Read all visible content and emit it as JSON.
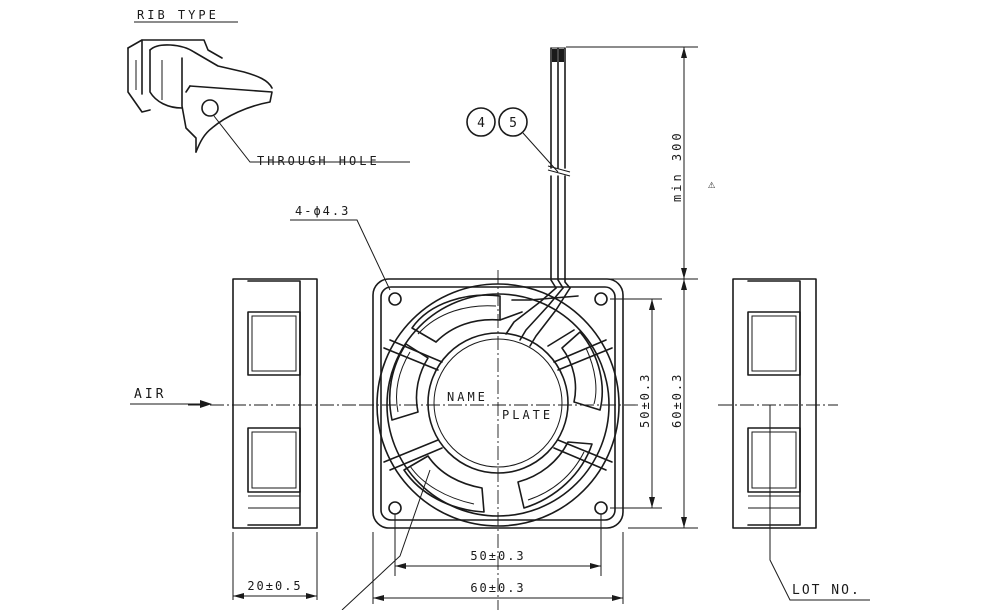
{
  "rib_type": {
    "title": "RIB TYPE",
    "through_hole": "THROUGH HOLE"
  },
  "callouts": {
    "mount_holes": "4-ϕ4.3",
    "bubble_a": "4",
    "bubble_b": "5",
    "air": "AIR",
    "lot_no": "LOT NO.",
    "warning_symbol": "⚠"
  },
  "fan_face": {
    "name": "NAME",
    "plate": "PLATE"
  },
  "dimensions": {
    "lead_length": "min 300",
    "hole_pitch_vertical": "50±0.3",
    "body_height": "60±0.3",
    "hole_pitch_horizontal": "50±0.3",
    "body_width": "60±0.3",
    "thickness": "20±0.5"
  },
  "colors": {
    "line": "#1a1a1a",
    "background": "#ffffff"
  }
}
